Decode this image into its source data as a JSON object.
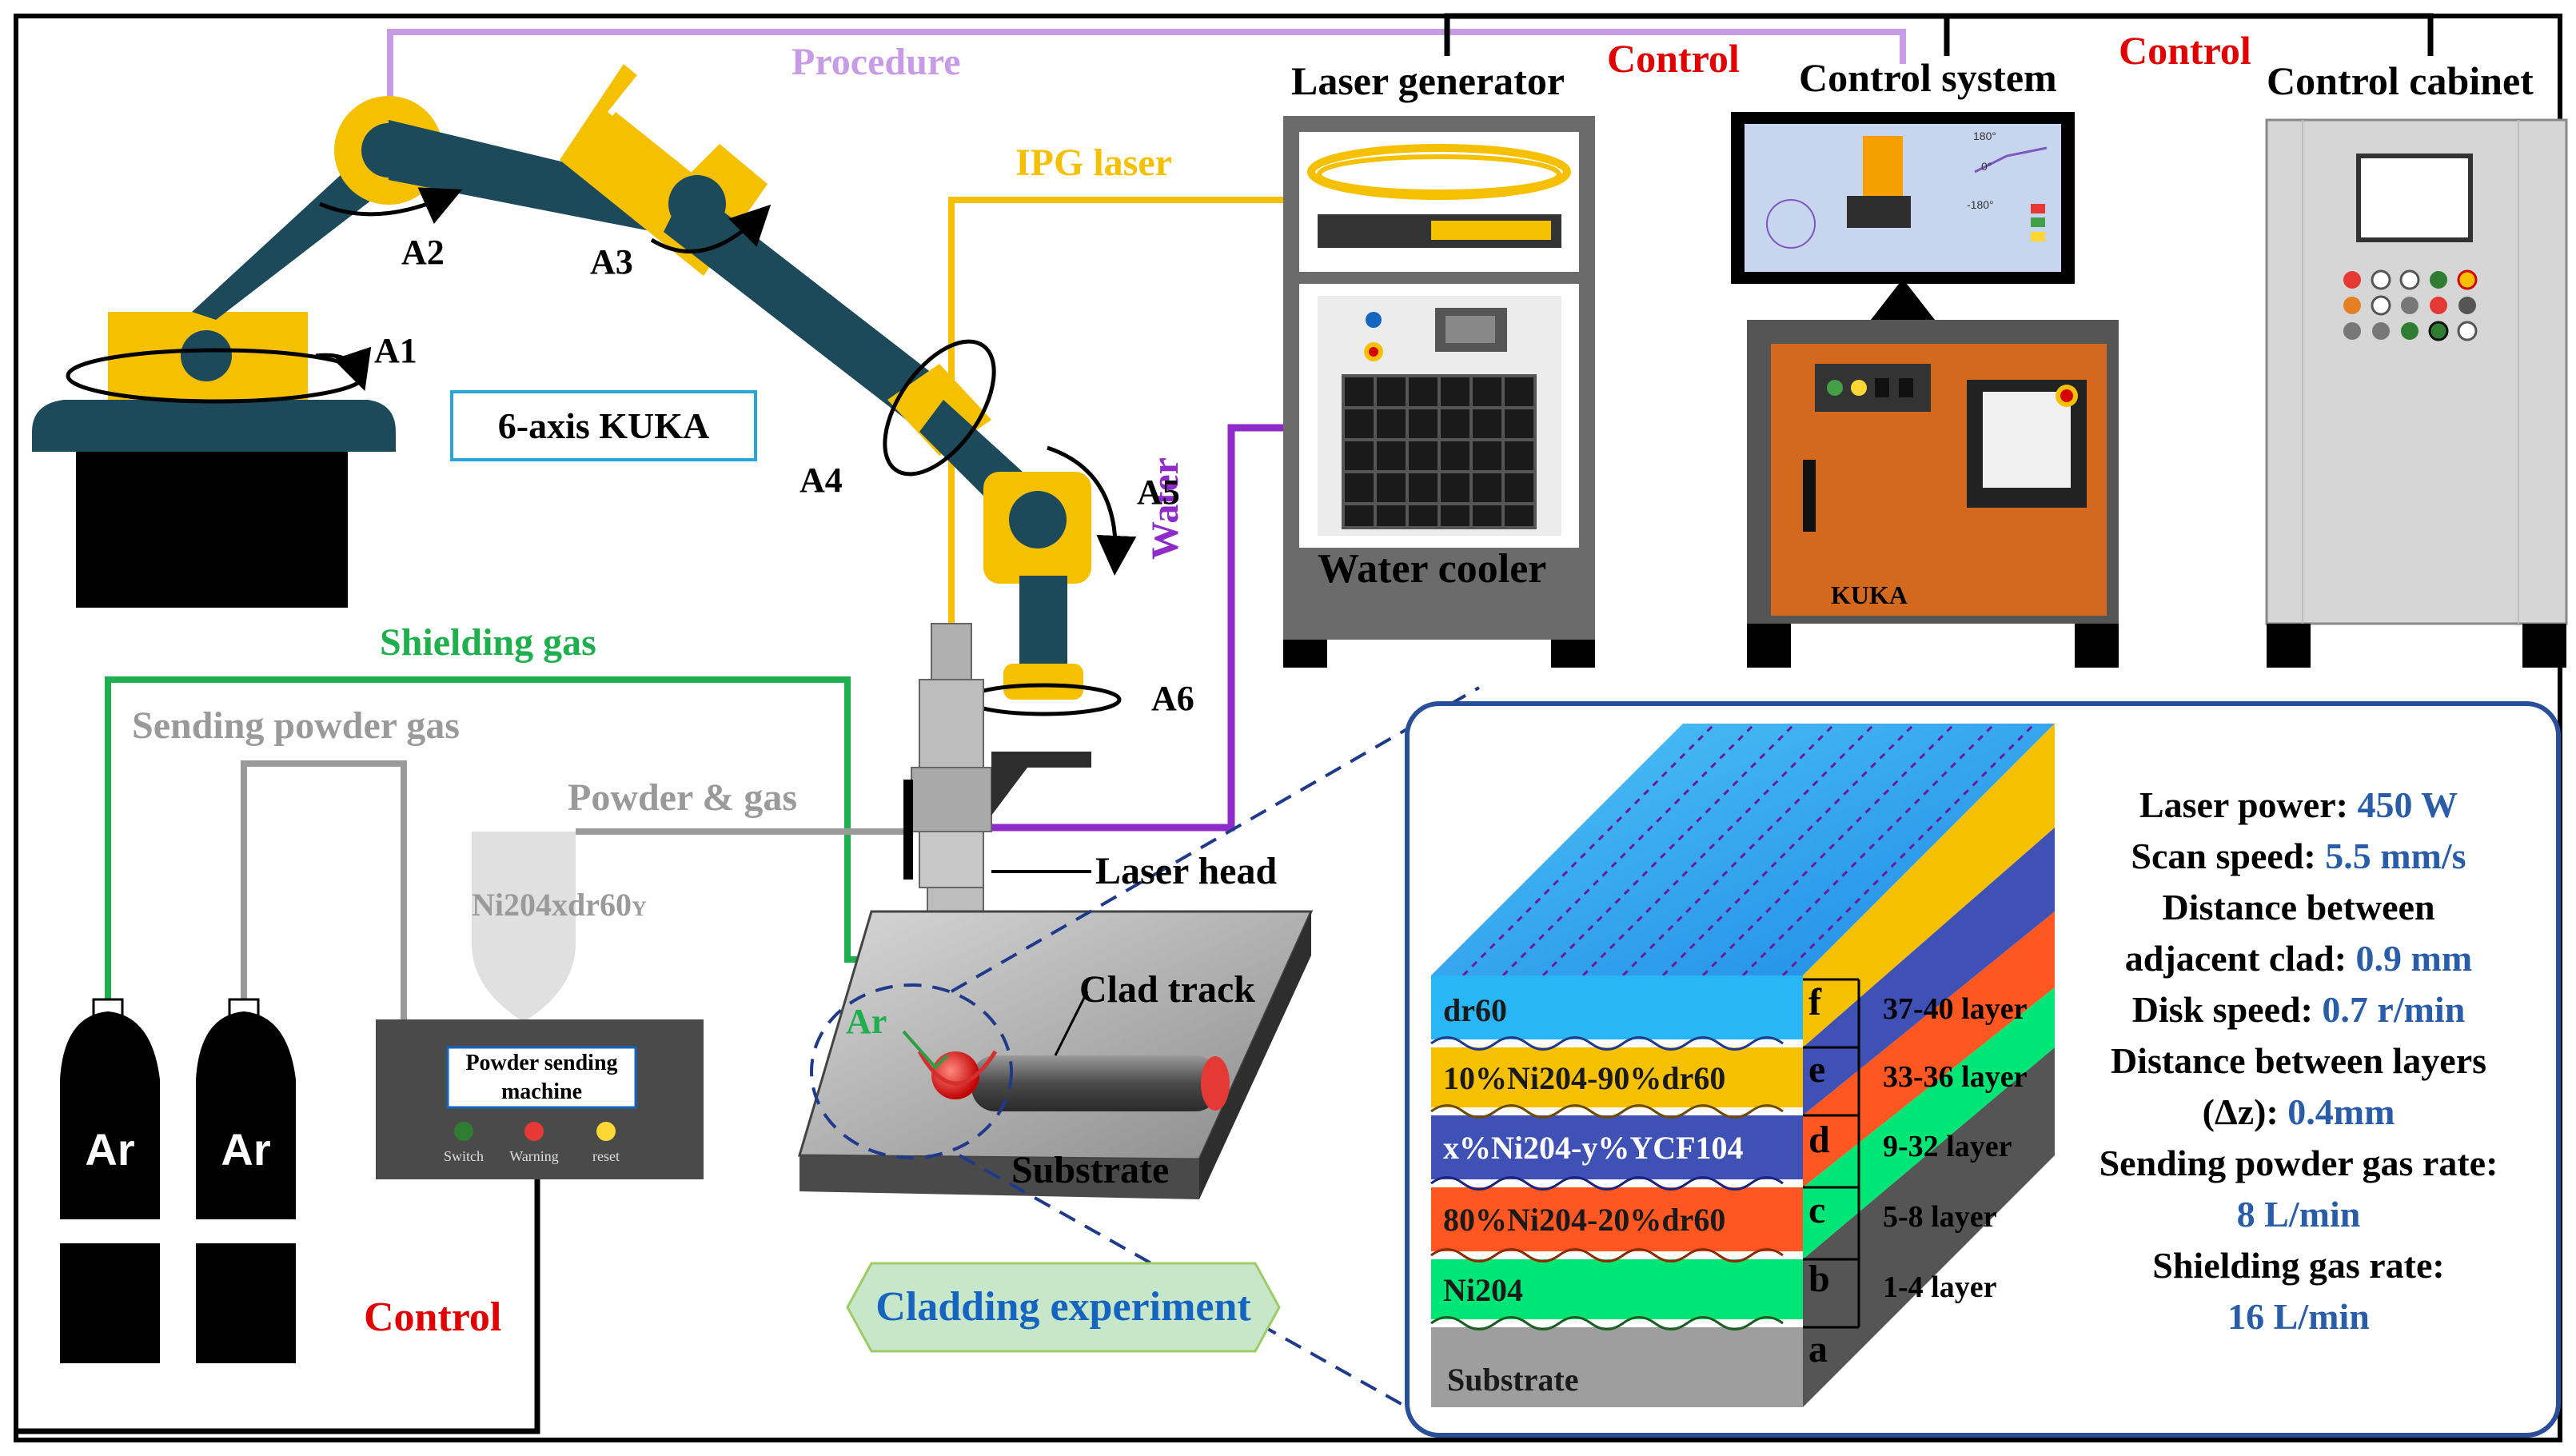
{
  "robot": {
    "model_label": "6-axis KUKA",
    "axes": [
      "A1",
      "A2",
      "A3",
      "A4",
      "A5",
      "A6"
    ]
  },
  "connections": {
    "procedure": "Procedure",
    "control_top_1": "Control",
    "control_top_2": "Control",
    "control_bottom": "Control",
    "ipg_laser": "IPG laser",
    "water": "Water",
    "shielding_gas": "Shielding gas",
    "sending_powder_gas": "Sending powder gas",
    "powder_gas": "Powder & gas"
  },
  "equipment": {
    "laser_generator": "Laser generator",
    "water_cooler": "Water cooler",
    "control_system": "Control system",
    "kuka_label": "KUKA",
    "control_cabinet": "Control cabinet",
    "laser_head": "Laser head",
    "clad_track": "Clad track",
    "substrate": "Substrate",
    "argon_label": "Ar",
    "cylinders": [
      "Ar",
      "Ar"
    ],
    "hopper_label": "Ni204xdr60",
    "hopper_subscript": "Y",
    "powder_machine": {
      "title": "Powder sending machine",
      "indicators": [
        "Switch",
        "Warning",
        "reset"
      ]
    },
    "experiment_label": "Cladding experiment"
  },
  "monitor_labels": [
    "180°",
    "0°",
    "-180°"
  ],
  "layers": [
    {
      "material": "dr60",
      "letter": "f",
      "range": "37-40 layer"
    },
    {
      "material": "10%Ni204-90%dr60",
      "letter": "e",
      "range": "33-36 layer"
    },
    {
      "material": "x%Ni204-y%YCF104",
      "letter": "d",
      "range": "9-32 layer"
    },
    {
      "material": "80%Ni204-20%dr60",
      "letter": "c",
      "range": "5-8 layer"
    },
    {
      "material": "Ni204",
      "letter": "b",
      "range": "1-4 layer"
    },
    {
      "material": "Substrate",
      "letter": "a",
      "range": ""
    }
  ],
  "parameters": {
    "laser_power_label": "Laser power:",
    "laser_power_value": "450 W",
    "scan_speed_label": "Scan speed:",
    "scan_speed_value": "5.5 mm/s",
    "distance_clad_label_1": "Distance between",
    "distance_clad_label_2": "adjacent clad:",
    "distance_clad_value": "0.9 mm",
    "disk_speed_label": "Disk speed:",
    "disk_speed_value": "0.7 r/min",
    "distance_layers_label_1": "Distance between layers",
    "distance_layers_label_2": "(Δz):",
    "distance_layers_value": "0.4mm",
    "powder_gas_rate_label": "Sending powder gas rate:",
    "powder_gas_rate_value": "8 L/min",
    "shielding_gas_rate_label": "Shielding gas rate:",
    "shielding_gas_rate_value": "16 L/min"
  },
  "colors": {
    "robot_yellow": "#F5C000",
    "robot_arm": "#1C4A5A",
    "procedure": "#C89BE6",
    "control": "#E00000",
    "ipg": "#F5C000",
    "water": "#8E2BC9",
    "shielding": "#1FAF4F",
    "powder_gas": "#9A9A9A",
    "parameter_value": "#2A5DA8",
    "panel_border": "#2A4F9A"
  }
}
